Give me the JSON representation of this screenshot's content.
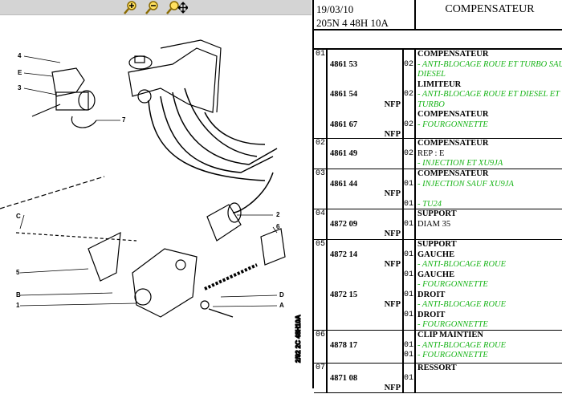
{
  "toolbar": {
    "zoom_in": "zoom-in",
    "zoom_out": "zoom-out",
    "pan": "pan"
  },
  "diagram": {
    "callouts": [
      "4",
      "E",
      "3",
      "7",
      "2",
      "C",
      "6",
      "5",
      "B",
      "1",
      "D",
      "A"
    ],
    "stamp": "2/92 2C 48H10A"
  },
  "header": {
    "date": "19/03/10",
    "model": "205N 4 48H 10A",
    "title": "COMPENSATEUR"
  },
  "colors": {
    "green": "#18b418"
  },
  "rows": [
    {
      "ref": "01",
      "lines": [
        {
          "desc": "COMPENSATEUR",
          "s": "b"
        },
        {
          "part": "4861 53",
          "qty": "02",
          "desc": "- ANTI-BLOCAGE ROUE ET TURBO SAUF",
          "s": "g"
        },
        {
          "desc": "DIESEL",
          "s": "g"
        },
        {
          "desc": "LIMITEUR",
          "s": "b"
        },
        {
          "part": "4861 54",
          "qty": "02",
          "desc": "- ANTI-BLOCAGE ROUE ET DIESEL ET",
          "s": "g"
        },
        {
          "nfp": "NFP",
          "desc": "TURBO",
          "s": "g"
        },
        {
          "desc": "COMPENSATEUR",
          "s": "b"
        },
        {
          "part": "4861 67",
          "qty": "02",
          "desc": "- FOURGONNETTE",
          "s": "g"
        },
        {
          "nfp": "NFP"
        }
      ]
    },
    {
      "ref": "02",
      "lines": [
        {
          "desc": "COMPENSATEUR",
          "s": "b"
        },
        {
          "part": "4861 49",
          "qty": "02",
          "desc": "REP : E",
          "s": ""
        },
        {
          "desc": "- INJECTION ET XU9JA",
          "s": "g"
        }
      ]
    },
    {
      "ref": "03",
      "lines": [
        {
          "desc": "COMPENSATEUR",
          "s": "b"
        },
        {
          "part": "4861 44",
          "qty": "01",
          "desc": "- INJECTION SAUF XU9JA",
          "s": "g"
        },
        {
          "nfp": "NFP"
        },
        {
          "qty": "01",
          "desc": "- TU24",
          "s": "g"
        }
      ]
    },
    {
      "ref": "04",
      "lines": [
        {
          "desc": "SUPPORT",
          "s": "b"
        },
        {
          "part": "4872 09",
          "qty": "01",
          "desc": "DIAM 35",
          "s": ""
        },
        {
          "nfp": "NFP"
        }
      ]
    },
    {
      "ref": "05",
      "lines": [
        {
          "desc": "SUPPORT",
          "s": "b"
        },
        {
          "part": "4872 14",
          "qty": "01",
          "desc": "GAUCHE",
          "s": "b"
        },
        {
          "nfp": "NFP",
          "desc": "- ANTI-BLOCAGE ROUE",
          "s": "g"
        },
        {
          "qty": "01",
          "desc": "GAUCHE",
          "s": "b"
        },
        {
          "desc": "- FOURGONNETTE",
          "s": "g"
        },
        {
          "part": "4872 15",
          "qty": "01",
          "desc": "DROIT",
          "s": "b"
        },
        {
          "nfp": "NFP",
          "desc": "- ANTI-BLOCAGE ROUE",
          "s": "g"
        },
        {
          "qty": "01",
          "desc": "DROIT",
          "s": "b"
        },
        {
          "desc": "- FOURGONNETTE",
          "s": "g"
        }
      ]
    },
    {
      "ref": "06",
      "lines": [
        {
          "desc": "CLIP MAINTIEN",
          "s": "b"
        },
        {
          "part": "4878 17",
          "qty": "01",
          "desc": "- ANTI-BLOCAGE ROUE",
          "s": "g"
        },
        {
          "qty": "01",
          "desc": "- FOURGONNETTE",
          "s": "g"
        }
      ]
    },
    {
      "ref": "07",
      "lines": [
        {
          "desc": "RESSORT",
          "s": "b"
        },
        {
          "part": "4871 08",
          "qty": "01"
        },
        {
          "nfp": "NFP"
        }
      ]
    }
  ]
}
